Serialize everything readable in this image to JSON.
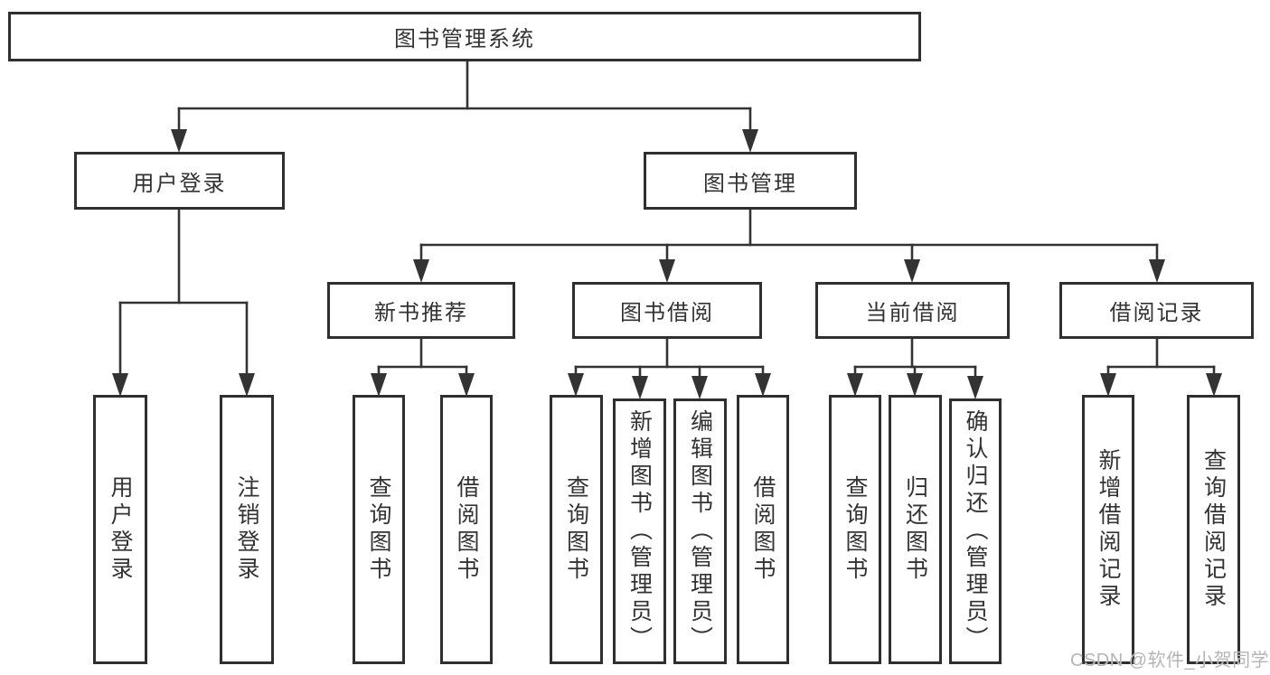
{
  "diagram": {
    "root": {
      "label": "图书管理系统"
    },
    "level2": [
      {
        "label": "用户登录"
      },
      {
        "label": "图书管理"
      }
    ],
    "level3": [
      {
        "label": "新书推荐"
      },
      {
        "label": "图书借阅"
      },
      {
        "label": "当前借阅"
      },
      {
        "label": "借阅记录"
      }
    ],
    "leaves": {
      "user_login": [
        "用户登录",
        "注销登录"
      ],
      "new_book": [
        "查询图书",
        "借阅图书"
      ],
      "book_borrow": [
        "查询图书",
        "新增图书（管理员）",
        "编辑图书（管理员）",
        "借阅图书"
      ],
      "current_borrow": [
        "查询图书",
        "归还图书",
        "确认归还（管理员）"
      ],
      "borrow_record": [
        "新增借阅记录",
        "查询借阅记录"
      ]
    }
  },
  "watermark": {
    "text": "CSDN @软件_小贺同学"
  },
  "colors": {
    "line": "#333333",
    "border": "#2f2f2f",
    "fill": "#ffffff",
    "text": "#333333",
    "watermark": "#b5b5b5",
    "background": "#ffffff"
  }
}
